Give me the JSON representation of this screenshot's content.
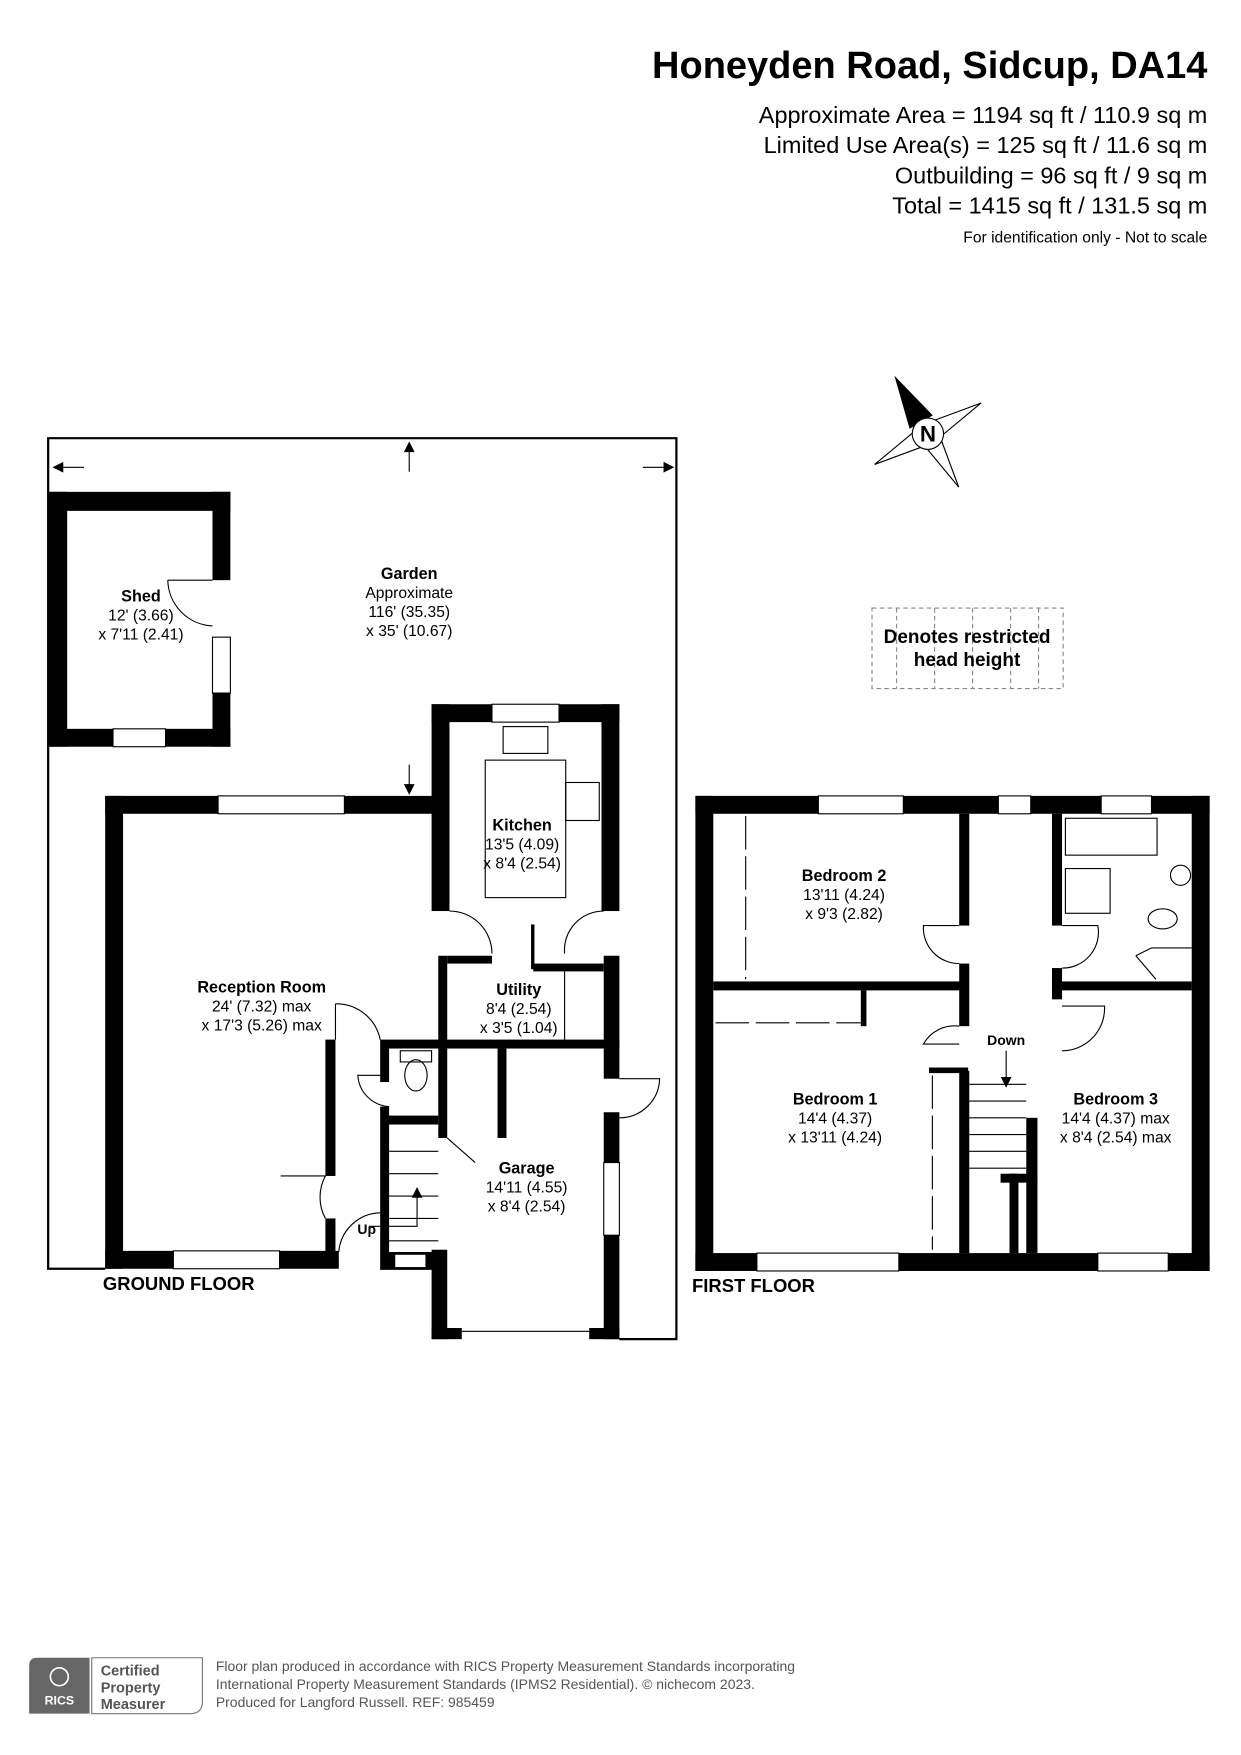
{
  "header": {
    "title": "Honeyden Road, Sidcup, DA14",
    "areas": [
      "Approximate Area = 1194 sq ft / 110.9 sq m",
      "Limited Use Area(s) = 125 sq ft / 11.6 sq m",
      "Outbuilding = 96 sq ft / 9 sq m",
      "Total = 1415 sq ft / 131.5 sq m"
    ],
    "note": "For identification only - Not to scale"
  },
  "compass": {
    "label": "N",
    "icon": "north-arrow-compass-icon"
  },
  "legend": {
    "line1": "Denotes restricted",
    "line2": "head height"
  },
  "ground_floor": {
    "label": "GROUND FLOOR",
    "stairs_label": "Up",
    "rooms": {
      "garden": {
        "name": "Garden",
        "lines": [
          "Approximate",
          "116' (35.35)",
          "x 35' (10.67)"
        ]
      },
      "shed": {
        "name": "Shed",
        "lines": [
          "12' (3.66)",
          "x 7'11 (2.41)"
        ]
      },
      "kitchen": {
        "name": "Kitchen",
        "lines": [
          "13'5 (4.09)",
          "x 8'4 (2.54)"
        ]
      },
      "reception": {
        "name": "Reception Room",
        "lines": [
          "24' (7.32) max",
          "x 17'3 (5.26) max"
        ]
      },
      "utility": {
        "name": "Utility",
        "lines": [
          "8'4 (2.54)",
          "x 3'5 (1.04)"
        ]
      },
      "garage": {
        "name": "Garage",
        "lines": [
          "14'11 (4.55)",
          "x 8'4 (2.54)"
        ]
      }
    }
  },
  "first_floor": {
    "label": "FIRST FLOOR",
    "stairs_label": "Down",
    "rooms": {
      "bedroom2": {
        "name": "Bedroom 2",
        "lines": [
          "13'11 (4.24)",
          "x 9'3 (2.82)"
        ]
      },
      "bedroom1": {
        "name": "Bedroom 1",
        "lines": [
          "14'4 (4.37)",
          "x 13'11 (4.24)"
        ]
      },
      "bedroom3": {
        "name": "Bedroom 3",
        "lines": [
          "14'4 (4.37) max",
          "x 8'4 (2.54) max"
        ]
      }
    }
  },
  "footer": {
    "badge_logo": "RICS",
    "badge_lines": [
      "Certified",
      "Property",
      "Measurer"
    ],
    "lines": [
      "Floor plan produced in accordance with RICS Property Measurement Standards incorporating",
      "International Property Measurement Standards (IPMS2 Residential).   © nichecom 2023.",
      "Produced for Langford Russell.   REF: 985459"
    ]
  }
}
